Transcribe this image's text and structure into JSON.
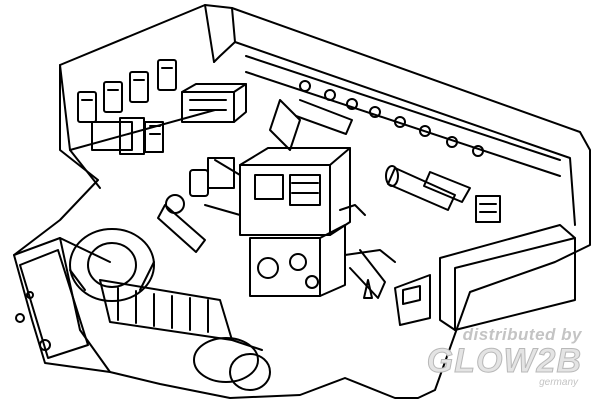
{
  "figure": {
    "subject": "line drawing of an armored vehicle interior",
    "line_color": "#000000",
    "background": "#ffffff"
  },
  "watermark": {
    "line1": "distributed by",
    "line2": "GLOW2B",
    "line3": "germany",
    "color": "#c4c4c4"
  }
}
